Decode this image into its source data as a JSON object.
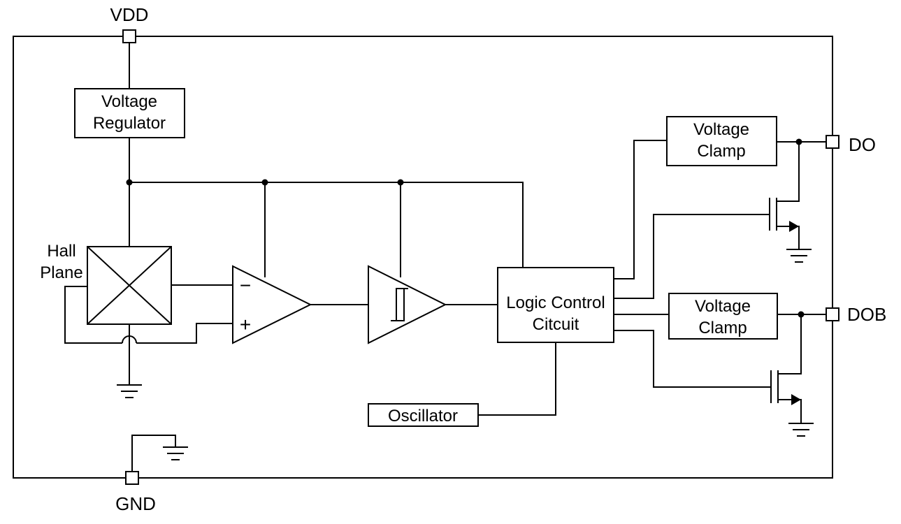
{
  "pins": {
    "vdd": "VDD",
    "gnd": "GND",
    "do": "DO",
    "dob": "DOB"
  },
  "blocks": {
    "voltage_regulator": [
      "Voltage",
      "Regulator"
    ],
    "hall_plane": [
      "Hall",
      "Plane"
    ],
    "logic_control": [
      "Logic Control",
      "Citcuit"
    ],
    "oscillator": "Oscillator",
    "voltage_clamp_top": [
      "Voltage",
      "Clamp"
    ],
    "voltage_clamp_bottom": [
      "Voltage",
      "Clamp"
    ]
  },
  "comparator": {
    "minus": "−",
    "plus": "+"
  }
}
